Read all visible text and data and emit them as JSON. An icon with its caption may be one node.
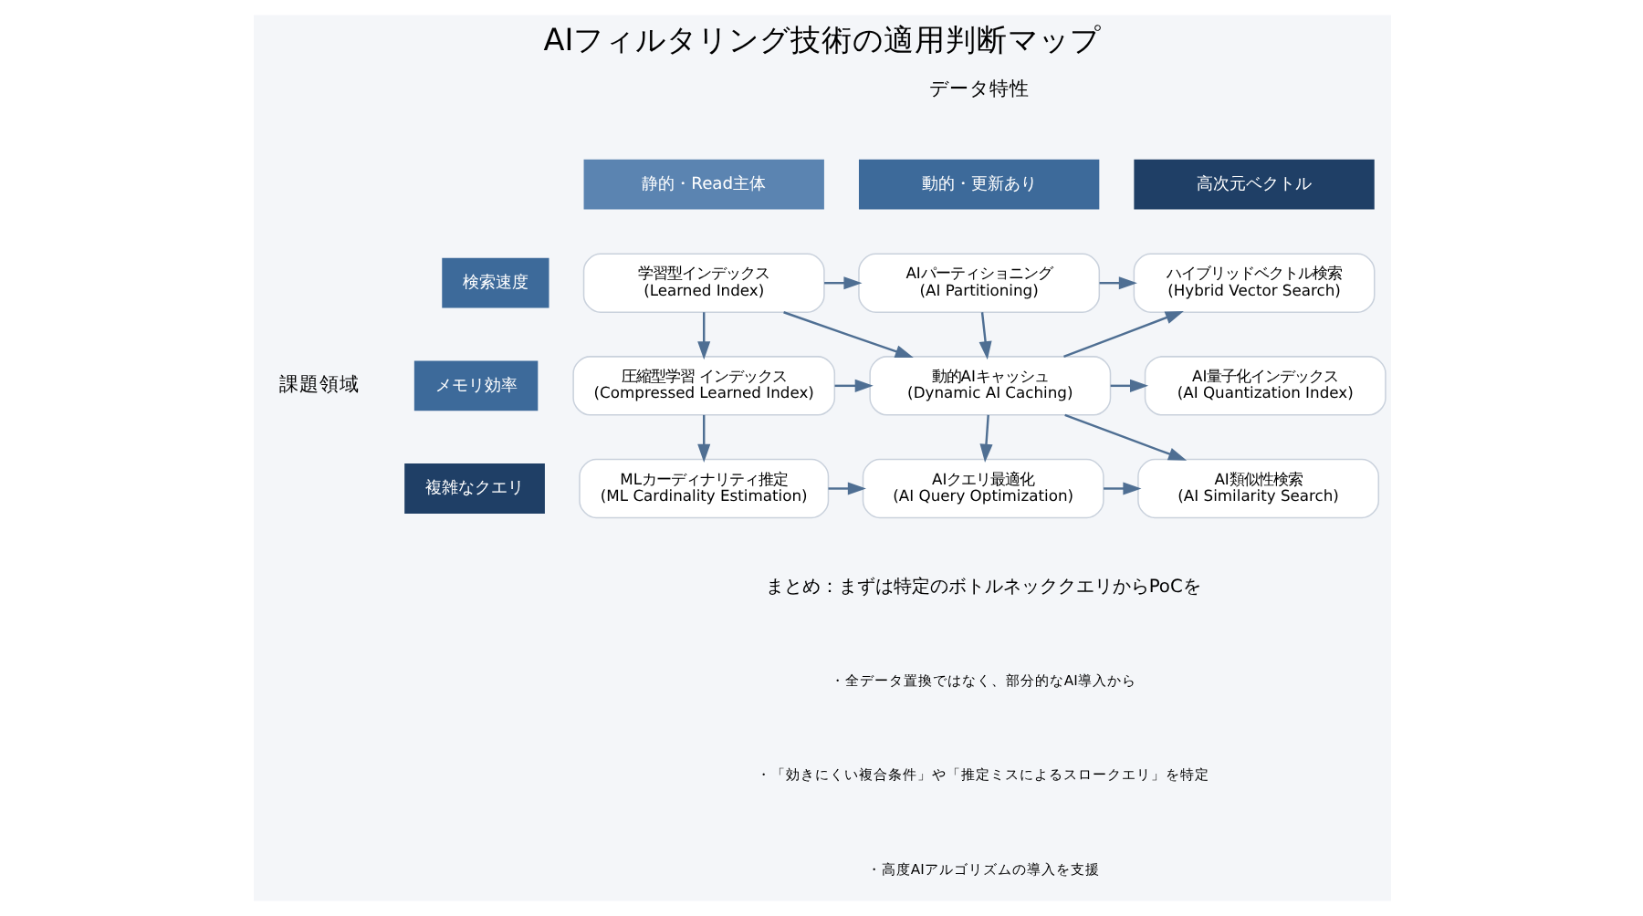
{
  "diagram": {
    "title": "AIフィルタリング技術の適用判断マップ",
    "nodes": [
      {
        "text": [
          "学習型インデックス",
          "(Learned Index)"
        ]
      },
      {
        "text": [
          "AIパーティショニング",
          "(AI Partitioning)"
        ]
      },
      {
        "text": [
          "ハイブリッドベクトル検索",
          "(Hybrid Vector Search)"
        ]
      },
      {
        "text": [
          "圧縮型学習 インデックス",
          "(Compressed Learned Index)"
        ]
      },
      {
        "text": [
          "動的AIキャッシュ",
          "(Dynamic AI Caching)"
        ]
      },
      {
        "text": [
          "AI量子化インデックス",
          "(AI Quantization Index)"
        ]
      },
      {
        "text": [
          "MLカーディナリティ推定",
          "(ML Cardinality Estimation)"
        ]
      },
      {
        "text": [
          "AIクエリ最適化",
          "(AI Query Optimization)"
        ]
      },
      {
        "text": [
          "AI類似性検索",
          "(AI Similarity Search)"
        ]
      }
    ],
    "edges": [
      {
        "from": 0,
        "to": 1,
        "arrow": "to"
      },
      {
        "from": 1,
        "to": 2,
        "arrow": "to"
      },
      {
        "from": 0,
        "to": 3,
        "arrow": "to"
      },
      {
        "from": 0,
        "to": 4,
        "arrow": "to"
      },
      {
        "from": 1,
        "to": 4,
        "arrow": "to"
      },
      {
        "from": 4,
        "to": 2,
        "arrow": "to"
      },
      {
        "from": 3,
        "to": 4,
        "arrow": "to"
      },
      {
        "from": 4,
        "to": 5,
        "arrow": "to"
      },
      {
        "from": 4,
        "to": 8,
        "arrow": "to"
      },
      {
        "from": 3,
        "to": 6,
        "arrow": "to"
      },
      {
        "from": 4,
        "to": 7,
        "arrow": "to"
      },
      {
        "from": 6,
        "to": 7,
        "arrow": "to"
      },
      {
        "from": 7,
        "to": 8,
        "arrow": "to"
      }
    ],
    "labels": [
      "データ特性",
      "静的・Read主体",
      "動的・更新あり",
      "高次元ベクトル",
      "課題領域",
      "検索速度",
      "メモリ効率",
      "複雑なクエリ",
      "まとめ：まずは特定のボトルネッククエリからPoCを",
      "・全データ置換ではなく、部分的なAI導入から",
      "・「効きにくい複合条件」や「推定ミスによるスロークエリ」を特定",
      "・高度AIアルゴリズムの導入を支援"
    ]
  }
}
